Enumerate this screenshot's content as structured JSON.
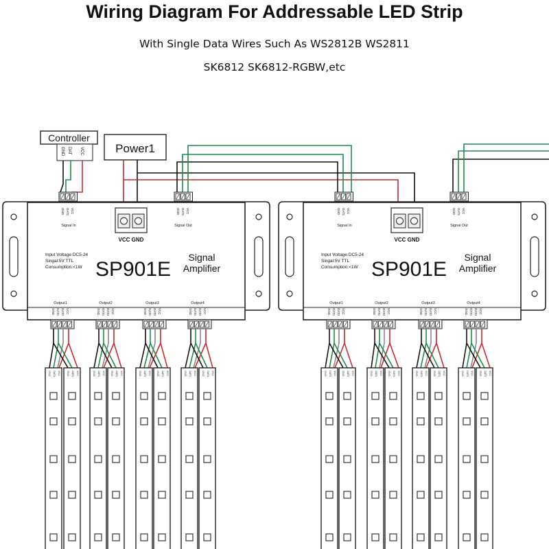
{
  "title": "Wiring Diagram For Addressable LED Strip",
  "subtitle_line1": "With Single Data Wires Such As WS2812B WS2811",
  "subtitle_line2": "SK6812 SK6812-RGBW,etc",
  "controller": {
    "label": "Controller",
    "pins": [
      "GND",
      "DAT",
      "VCC"
    ]
  },
  "power": {
    "label": "Power1"
  },
  "amplifier": {
    "model": "SP901E",
    "name_line1": "Signal",
    "name_line2": "Amplifier",
    "spec_voltage": "Input Voltage:DC5-24",
    "spec_signal": "Singal:5V TTL",
    "spec_consumption": "Consumption:<1W",
    "signal_in_label": "Signal In",
    "signal_out_label": "Signal Out",
    "power_terminal_label": "VCC GND",
    "in_pins": [
      "GND",
      "DAT1",
      "VCC"
    ],
    "out_pins": [
      "GND",
      "DAT1",
      "VCC"
    ],
    "output_pins": [
      "GND",
      "DAT1",
      "DAT2",
      "VCC"
    ],
    "outputs": [
      "Output1",
      "Output2",
      "Output3",
      "Output4"
    ]
  },
  "colors": {
    "wire_red": "#cc2a2a",
    "wire_green": "#1d8a4c",
    "wire_black": "#111111",
    "wire_gray": "#888888",
    "outline": "#222222"
  }
}
